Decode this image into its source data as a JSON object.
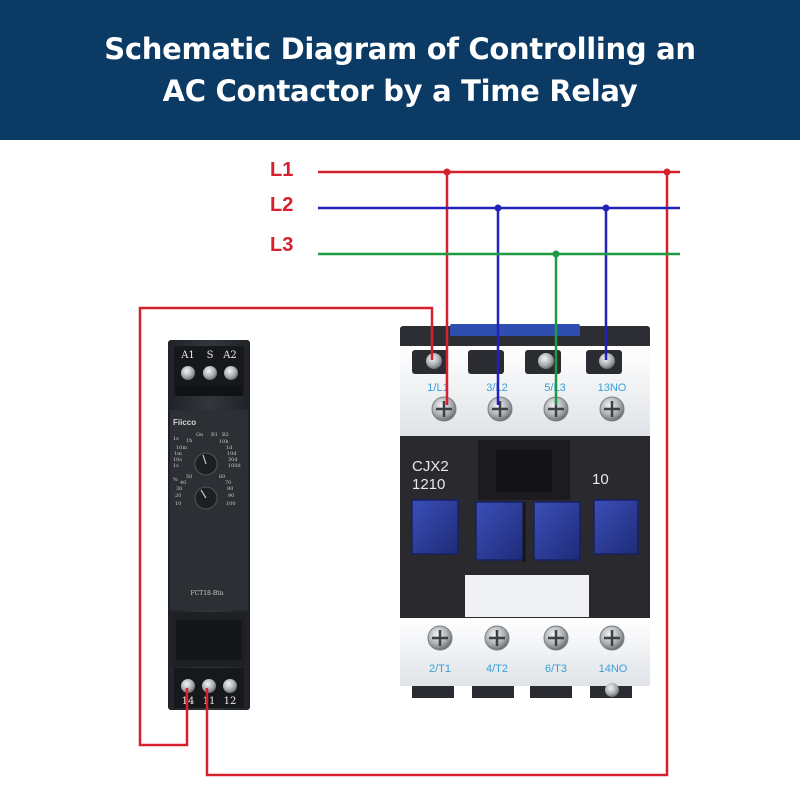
{
  "header": {
    "title_line1": "Schematic Diagram of Controlling an",
    "title_line2": "AC Contactor by a Time Relay"
  },
  "phases": {
    "l1": "L1",
    "l2": "L2",
    "l3": "L3"
  },
  "colors": {
    "header_bg": "#0b3a64",
    "l1_wire": "#d7202e",
    "l2_wire": "#2222b8",
    "l3_wire": "#1e9a45",
    "control_wire": "#d7202e",
    "relay_body": "#2b2e33",
    "contactor_body": "#2a2b30",
    "contactor_terminal_plate": "#f2f4f6",
    "contactor_label": "#3a9fd8",
    "contactor_button": "#2d3d9c"
  },
  "time_relay": {
    "brand": "Fiicco",
    "model": "FCT18-Btn",
    "top_terminals": [
      "A1",
      "S",
      "A2"
    ],
    "bottom_terminals": [
      "14",
      "11",
      "12"
    ],
    "dial_top_labels": [
      "1s",
      "1h",
      "10m",
      "1m",
      "10s",
      "1s",
      "Gn",
      "B1",
      "B2",
      "10h",
      "1d",
      "10d",
      "30d",
      "100d"
    ],
    "dial_bottom_labels": [
      "%",
      "50",
      "40",
      "30",
      "20",
      "10",
      "60",
      "70",
      "80",
      "90",
      "100"
    ]
  },
  "contactor": {
    "model_line1": "CJX2",
    "model_line2": "1210",
    "contact_code": "10",
    "top_terminals": [
      "1/L1",
      "3/L2",
      "5/L3",
      "13NO"
    ],
    "bottom_terminals": [
      "2/T1",
      "4/T2",
      "6/T3",
      "14NO"
    ]
  }
}
